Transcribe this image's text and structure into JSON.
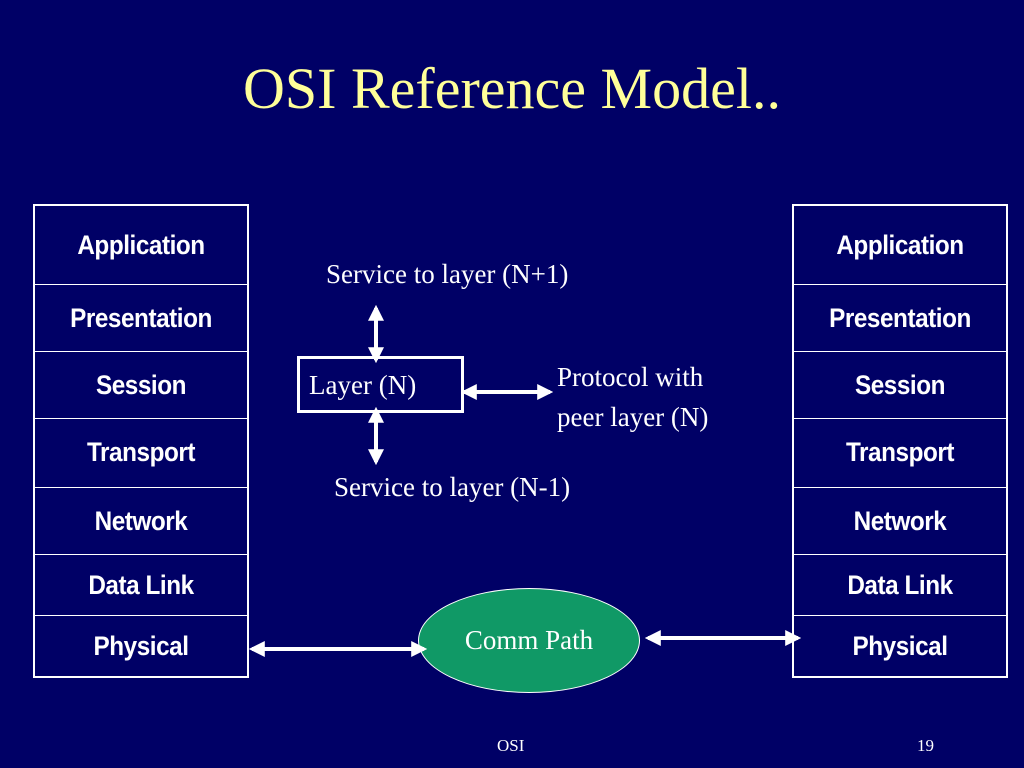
{
  "title": "OSI Reference Model..",
  "left_stack": {
    "layers": [
      "Application",
      "Presentation",
      "Session",
      "Transport",
      "Network",
      "Data Link",
      "Physical"
    ]
  },
  "right_stack": {
    "layers": [
      "Application",
      "Presentation",
      "Session",
      "Transport",
      "Network",
      "Data Link",
      "Physical"
    ]
  },
  "center": {
    "service_upper": "Service to layer (N+1)",
    "layer_label": "Layer (N)",
    "protocol_line1": "Protocol with",
    "protocol_line2": "peer layer (N)",
    "service_lower": "Service to layer (N-1)"
  },
  "comm_path": "Comm Path",
  "colors": {
    "background": "#000066",
    "title": "#FFFF99",
    "comm_path_fill": "#109966"
  },
  "footer": {
    "center_text": "OSI",
    "page_number": "19"
  }
}
